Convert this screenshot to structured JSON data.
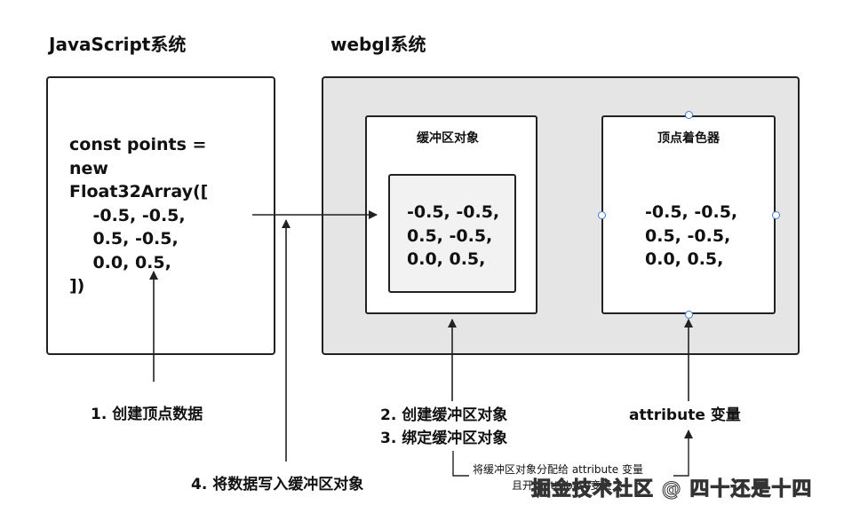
{
  "js_title": "JavaScript系统",
  "webgl_title": "webgl系统",
  "js_code": "const points =\nnew\nFloat32Array([\n    -0.5, -0.5,\n    0.5, -0.5,\n    0.0, 0.5,\n])",
  "buffer_title": "缓冲区对象",
  "buffer_values": "-0.5, -0.5,\n0.5, -0.5,\n0.0, 0.5,",
  "shader_title": "顶点着色器",
  "shader_values": "-0.5, -0.5,\n0.5, -0.5,\n0.0, 0.5,",
  "step1": "1. 创建顶点数据",
  "step2": "2. 创建缓冲区对象",
  "step3": "3. 绑定缓冲区对象",
  "step4": "4. 将数据写入缓冲区对象",
  "attribute_label": "attribute 变量",
  "note_line1": "将缓冲区对象分配给 attribute 变量",
  "note_line2": "且开启attribute变量",
  "watermark": "掘金技术社区 @ 四十还是十四"
}
